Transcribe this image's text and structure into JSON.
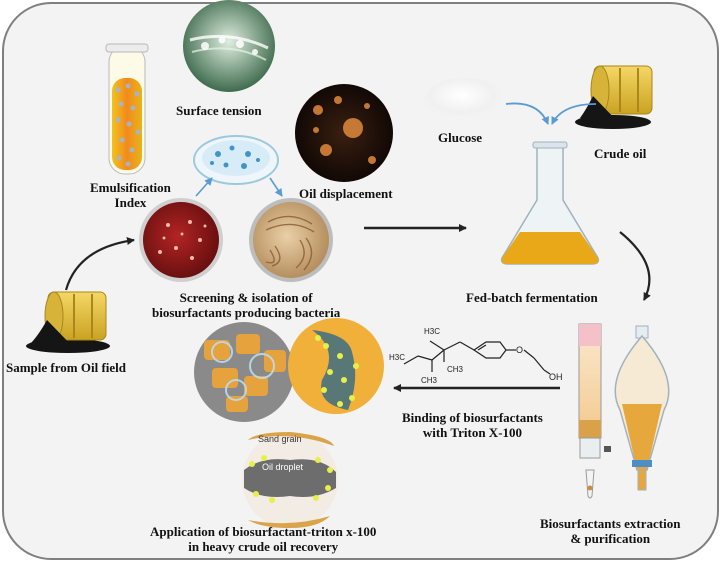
{
  "labels": {
    "surface_tension": "Surface tension",
    "emulsification_line1": "Emulsification",
    "emulsification_line2": "Index",
    "oil_displacement": "Oil displacement",
    "glucose": "Glucose",
    "crude_oil": "Crude oil",
    "screening_line1": "Screening & isolation of",
    "screening_line2": "biosurfactants producing bacteria",
    "fed_batch": "Fed-batch fermentation",
    "sample": "Sample from Oil field",
    "binding_line1": "Binding of biosurfactants",
    "binding_line2": "with Triton X-100",
    "extraction_line1": "Biosurfactants extraction",
    "extraction_line2": "& purification",
    "application_line1": "Application of biosurfactant-triton x-100",
    "application_line2": "in heavy crude oil recovery"
  },
  "image_text": {
    "sand_grain": "Sand grain",
    "oil_droplet": "Oil droplet"
  },
  "molecule": {
    "h3c_top": "H3C",
    "h3c_left": "H3C",
    "ch3_mid": "CH3",
    "ch3_low": "CH3",
    "o_atom": "O",
    "oh_group": "OH"
  },
  "colors": {
    "border": "#7f7f7f",
    "background": "#f3f3f3",
    "barrel": "#e8c53a",
    "oil": "#1c1c1c",
    "broth": "#e8a817",
    "agar_red": "#8e1a1a",
    "agar_tan": "#d8b98c",
    "arrow": "#222222",
    "arrow_blue": "#5b9bd5"
  }
}
